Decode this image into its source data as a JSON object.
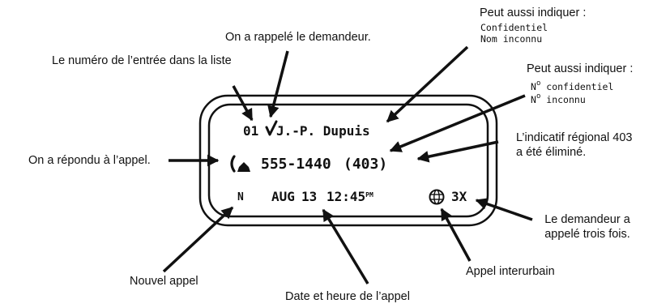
{
  "display": {
    "entry_number": "01",
    "caller_name": "J.-P. Dupuis",
    "phone_number": "555-1440",
    "area_code": "(403)",
    "new_flag": "N",
    "month": "AUG",
    "day": "13",
    "time": "12:45",
    "time_suffix": "PM",
    "call_count": "3X"
  },
  "annotations": {
    "entry_number": "Le numéro de l’entrée dans la liste",
    "called_back": "On a rappelé le demandeur.",
    "name_alt_title": "Peut aussi indiquer :",
    "name_alt_1": "Confidentiel",
    "name_alt_2": "Nom inconnu",
    "number_alt_title": "Peut aussi indiquer :",
    "number_alt_1_prefix": "N",
    "number_alt_1": " confidentiel",
    "number_alt_2_prefix": "N",
    "number_alt_2": " inconnu",
    "degree": "o",
    "area_code_line1": "L’indicatif régional 403",
    "area_code_line2": "a été éliminé.",
    "answered": "On a répondu à l’appel.",
    "times_line1": "Le demandeur a",
    "times_line2": "appelé trois fois.",
    "new_call": "Nouvel appel",
    "date_time": "Date et heure de l’appel",
    "long_distance": "Appel interurbain"
  }
}
